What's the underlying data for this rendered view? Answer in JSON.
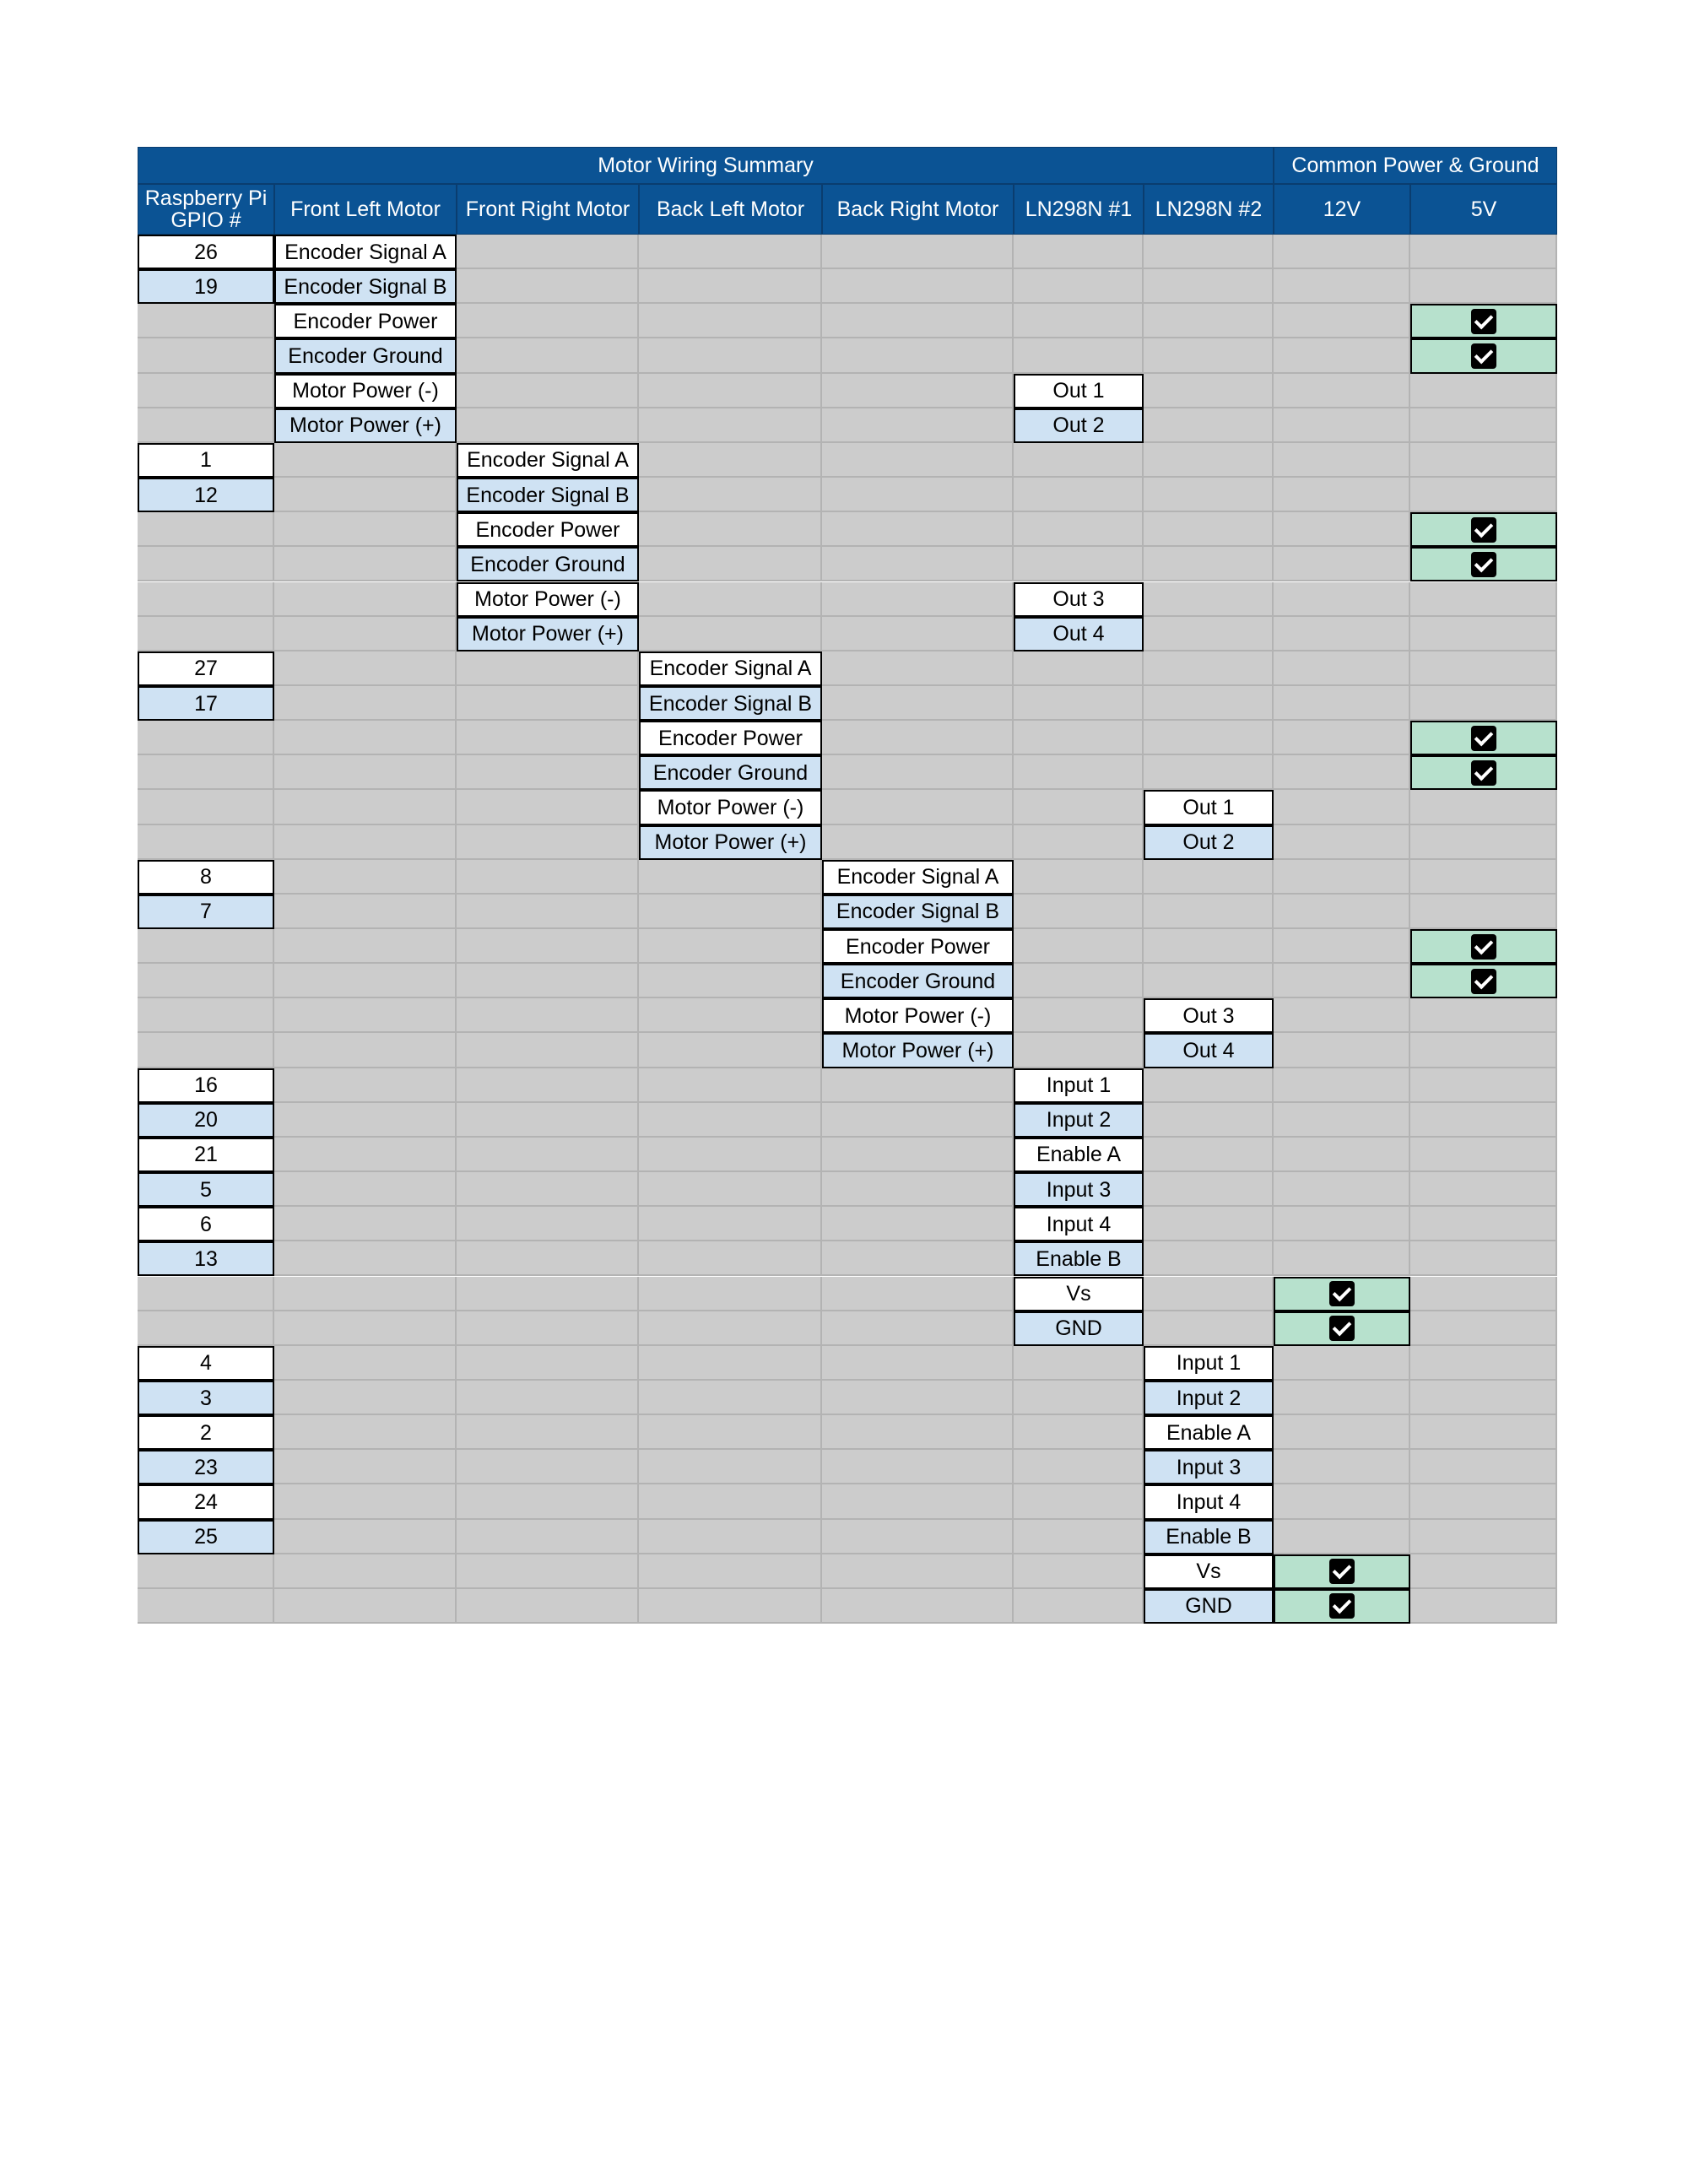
{
  "title": "Motor Wiring Summary",
  "power_title": "Common Power & Ground",
  "colors": {
    "header": "#0b5394",
    "white_cell": "#ffffff",
    "blue_cell": "#cfe2f3",
    "green_cell": "#b7e1cd",
    "empty_cell": "#cccccc"
  },
  "columns": [
    "Raspberry Pi GPIO #",
    "Front Left Motor",
    "Front Right Motor",
    "Back Left Motor",
    "Back Right Motor",
    "LN298N #1",
    "LN298N #2",
    "12V",
    "5V"
  ],
  "rows": [
    [
      "26",
      "Encoder Signal A",
      "",
      "",
      "",
      "",
      "",
      "",
      ""
    ],
    [
      "19",
      "Encoder Signal B",
      "",
      "",
      "",
      "",
      "",
      "",
      ""
    ],
    [
      "",
      "Encoder Power",
      "",
      "",
      "",
      "",
      "",
      "",
      "check"
    ],
    [
      "",
      "Encoder Ground",
      "",
      "",
      "",
      "",
      "",
      "",
      "check"
    ],
    [
      "",
      "Motor Power (-)",
      "",
      "",
      "",
      "Out 1",
      "",
      "",
      ""
    ],
    [
      "",
      "Motor Power (+)",
      "",
      "",
      "",
      "Out 2",
      "",
      "",
      ""
    ],
    [
      "1",
      "",
      "Encoder Signal A",
      "",
      "",
      "",
      "",
      "",
      ""
    ],
    [
      "12",
      "",
      "Encoder Signal B",
      "",
      "",
      "",
      "",
      "",
      ""
    ],
    [
      "",
      "",
      "Encoder Power",
      "",
      "",
      "",
      "",
      "",
      "check"
    ],
    [
      "",
      "",
      "Encoder Ground",
      "",
      "",
      "",
      "",
      "",
      "check"
    ],
    [
      "",
      "",
      "Motor Power (-)",
      "",
      "",
      "Out 3",
      "",
      "",
      ""
    ],
    [
      "",
      "",
      "Motor Power (+)",
      "",
      "",
      "Out 4",
      "",
      "",
      ""
    ],
    [
      "27",
      "",
      "",
      "Encoder Signal A",
      "",
      "",
      "",
      "",
      ""
    ],
    [
      "17",
      "",
      "",
      "Encoder Signal B",
      "",
      "",
      "",
      "",
      ""
    ],
    [
      "",
      "",
      "",
      "Encoder Power",
      "",
      "",
      "",
      "",
      "check"
    ],
    [
      "",
      "",
      "",
      "Encoder Ground",
      "",
      "",
      "",
      "",
      "check"
    ],
    [
      "",
      "",
      "",
      "Motor Power (-)",
      "",
      "",
      "Out 1",
      "",
      ""
    ],
    [
      "",
      "",
      "",
      "Motor Power (+)",
      "",
      "",
      "Out 2",
      "",
      ""
    ],
    [
      "8",
      "",
      "",
      "",
      "Encoder Signal A",
      "",
      "",
      "",
      ""
    ],
    [
      "7",
      "",
      "",
      "",
      "Encoder Signal B",
      "",
      "",
      "",
      ""
    ],
    [
      "",
      "",
      "",
      "",
      "Encoder Power",
      "",
      "",
      "",
      "check"
    ],
    [
      "",
      "",
      "",
      "",
      "Encoder Ground",
      "",
      "",
      "",
      "check"
    ],
    [
      "",
      "",
      "",
      "",
      "Motor Power (-)",
      "",
      "Out 3",
      "",
      ""
    ],
    [
      "",
      "",
      "",
      "",
      "Motor Power (+)",
      "",
      "Out 4",
      "",
      ""
    ],
    [
      "16",
      "",
      "",
      "",
      "",
      "Input 1",
      "",
      "",
      ""
    ],
    [
      "20",
      "",
      "",
      "",
      "",
      "Input 2",
      "",
      "",
      ""
    ],
    [
      "21",
      "",
      "",
      "",
      "",
      "Enable A",
      "",
      "",
      ""
    ],
    [
      "5",
      "",
      "",
      "",
      "",
      "Input 3",
      "",
      "",
      ""
    ],
    [
      "6",
      "",
      "",
      "",
      "",
      "Input 4",
      "",
      "",
      ""
    ],
    [
      "13",
      "",
      "",
      "",
      "",
      "Enable B",
      "",
      "",
      ""
    ],
    [
      "",
      "",
      "",
      "",
      "",
      "Vs",
      "",
      "check",
      ""
    ],
    [
      "",
      "",
      "",
      "",
      "",
      "GND",
      "",
      "check",
      ""
    ],
    [
      "4",
      "",
      "",
      "",
      "",
      "",
      "Input 1",
      "",
      ""
    ],
    [
      "3",
      "",
      "",
      "",
      "",
      "",
      "Input 2",
      "",
      ""
    ],
    [
      "2",
      "",
      "",
      "",
      "",
      "",
      "Enable A",
      "",
      ""
    ],
    [
      "23",
      "",
      "",
      "",
      "",
      "",
      "Input 3",
      "",
      ""
    ],
    [
      "24",
      "",
      "",
      "",
      "",
      "",
      "Input 4",
      "",
      ""
    ],
    [
      "25",
      "",
      "",
      "",
      "",
      "",
      "Enable B",
      "",
      ""
    ],
    [
      "",
      "",
      "",
      "",
      "",
      "",
      "Vs",
      "check",
      ""
    ],
    [
      "",
      "",
      "",
      "",
      "",
      "",
      "GND",
      "check",
      ""
    ]
  ]
}
